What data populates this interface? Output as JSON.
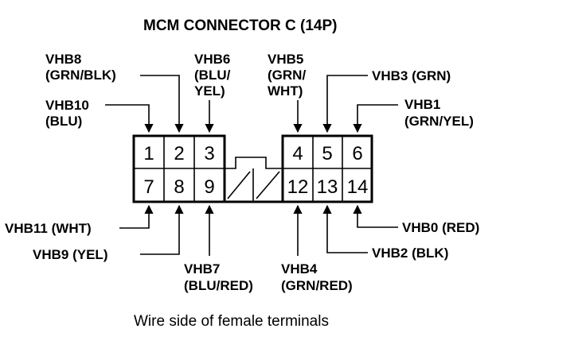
{
  "title": "MCM CONNECTOR C (14P)",
  "caption": "Wire side of female terminals",
  "terminals": {
    "t1": "1",
    "t2": "2",
    "t3": "3",
    "t4": "4",
    "t5": "5",
    "t6": "6",
    "t7": "7",
    "t8": "8",
    "t9": "9",
    "t12": "12",
    "t13": "13",
    "t14": "14"
  },
  "wires": {
    "vhb8": {
      "name": "VHB8",
      "color": "(GRN/BLK)"
    },
    "vhb6": {
      "name": "VHB6",
      "color1": "(BLU/",
      "color2": "YEL)"
    },
    "vhb5": {
      "name": "VHB5",
      "color1": "(GRN/",
      "color2": "WHT)"
    },
    "vhb3": {
      "name": "VHB3",
      "color": "(GRN)"
    },
    "vhb10": {
      "name": "VHB10",
      "color": "(BLU)"
    },
    "vhb1": {
      "name": "VHB1",
      "color": "(GRN/YEL)"
    },
    "vhb11": {
      "name": "VHB11",
      "color": "(WHT)"
    },
    "vhb9": {
      "name": "VHB9",
      "color": "(YEL)"
    },
    "vhb0": {
      "name": "VHB0",
      "color": "(RED)"
    },
    "vhb2": {
      "name": "VHB2",
      "color": "(BLK)"
    },
    "vhb7": {
      "name": "VHB7",
      "color": "(BLU/RED)"
    },
    "vhb4": {
      "name": "VHB4",
      "color": "(GRN/RED)"
    }
  }
}
